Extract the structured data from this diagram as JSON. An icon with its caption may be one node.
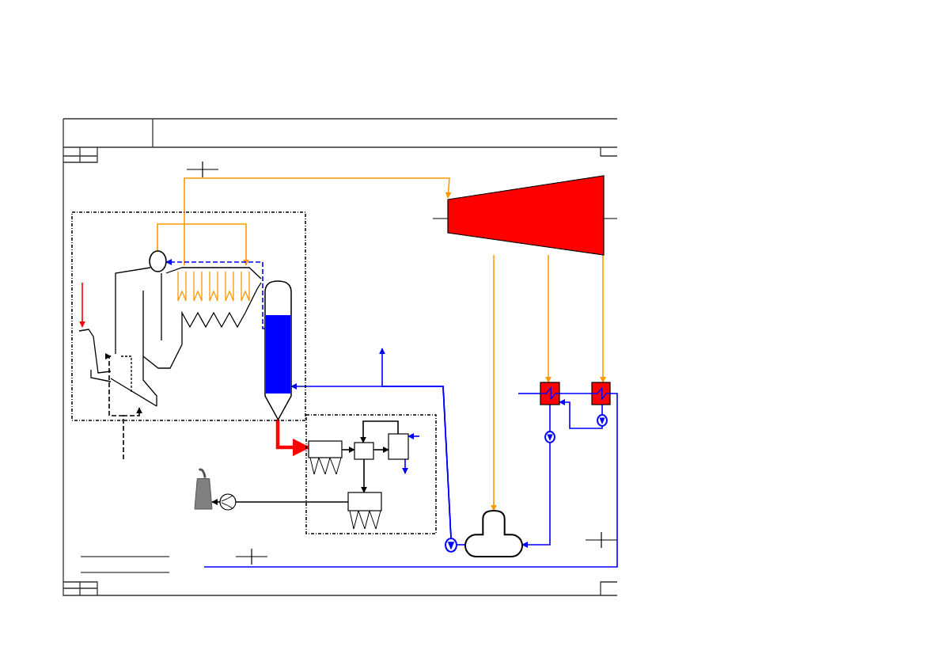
{
  "diagram": {
    "nodes": [
      {
        "text": [],
        "shape": "box"
      },
      {
        "text": [],
        "shape": "circle",
        "in": 0
      },
      {
        "text": [],
        "shape": "boiler",
        "in": 0
      },
      {
        "text": [],
        "shape": "hopper",
        "in": 0
      },
      {
        "text": [],
        "shape": "column",
        "in": 0
      },
      {
        "text": [],
        "shape": "turbine"
      },
      {
        "text": [],
        "shape": "box"
      },
      {
        "text": [],
        "shape": "box"
      },
      {
        "text": [],
        "shape": "tank"
      },
      {
        "text": [],
        "shape": "pump"
      },
      {
        "text": [],
        "shape": "pump"
      },
      {
        "text": [],
        "shape": "pump"
      },
      {
        "text": [],
        "shape": "box"
      },
      {
        "text": [],
        "shape": "filter",
        "in": 12
      },
      {
        "text": [],
        "shape": "box",
        "in": 12
      },
      {
        "text": [],
        "shape": "box",
        "in": 12
      },
      {
        "text": [],
        "shape": "filter",
        "in": 12
      },
      {
        "text": [],
        "shape": "fan"
      },
      {
        "text": [],
        "shape": "chimney"
      }
    ],
    "edges": [
      {
        "from": 2,
        "to": 5,
        "arrow": "to",
        "color": "#ff9900"
      },
      {
        "from": 1,
        "to": 2,
        "arrow": "to",
        "color": "#ff9900"
      },
      {
        "from": 4,
        "to": 1,
        "arrow": "to",
        "style": "dashed",
        "color": "#0000ff"
      },
      {
        "from": 5,
        "to": 8,
        "arrow": "to",
        "color": "#ff9900"
      },
      {
        "from": 5,
        "to": 6,
        "arrow": "to",
        "color": "#ff9900"
      },
      {
        "from": 5,
        "to": 7,
        "arrow": "to",
        "color": "#ff9900"
      },
      {
        "from": 8,
        "to": 9,
        "arrow": "none",
        "color": "#0000ff"
      },
      {
        "from": 9,
        "to": 4,
        "arrow": "to",
        "color": "#0000ff"
      },
      {
        "from": 9,
        "to": null,
        "arrow": "to",
        "color": "#0000ff"
      },
      {
        "from": 6,
        "to": 10,
        "arrow": "none",
        "color": "#0000ff"
      },
      {
        "from": 10,
        "to": 8,
        "arrow": "to",
        "color": "#0000ff"
      },
      {
        "from": 7,
        "to": 11,
        "arrow": "none",
        "color": "#0000ff"
      },
      {
        "from": 11,
        "to": 6,
        "arrow": "to",
        "color": "#0000ff"
      },
      {
        "from": null,
        "to": 6,
        "arrow": "none",
        "color": "#0000ff"
      },
      {
        "from": 6,
        "to": 7,
        "arrow": "none",
        "color": "#0000ff"
      },
      {
        "from": 7,
        "to": null,
        "arrow": "none",
        "color": "#0000ff"
      },
      {
        "from": 4,
        "to": 13,
        "arrow": "to",
        "style": "thick",
        "color": "#ff0000"
      },
      {
        "from": 13,
        "to": 14,
        "arrow": "to",
        "color": "#000000"
      },
      {
        "from": 14,
        "to": 15,
        "arrow": "to",
        "color": "#000000"
      },
      {
        "from": 15,
        "to": 14,
        "arrow": "to",
        "color": "#000000"
      },
      {
        "from": 14,
        "to": 16,
        "arrow": "to",
        "color": "#000000"
      },
      {
        "from": 16,
        "to": 17,
        "arrow": "none",
        "color": "#000000"
      },
      {
        "from": 17,
        "to": 18,
        "arrow": "to",
        "color": "#000000"
      },
      {
        "from": 15,
        "to": null,
        "arrow": "to",
        "color": "#0000ff"
      },
      {
        "from": null,
        "to": 15,
        "arrow": "to",
        "color": "#0000ff"
      },
      {
        "from": null,
        "to": 3,
        "arrow": "to",
        "color": "#ff0000"
      },
      {
        "from": null,
        "to": 2,
        "arrow": "to",
        "style": "dashed",
        "color": "#000000"
      },
      {
        "from": null,
        "to": 2,
        "arrow": "to",
        "style": "dashed",
        "color": "#000000"
      }
    ]
  }
}
